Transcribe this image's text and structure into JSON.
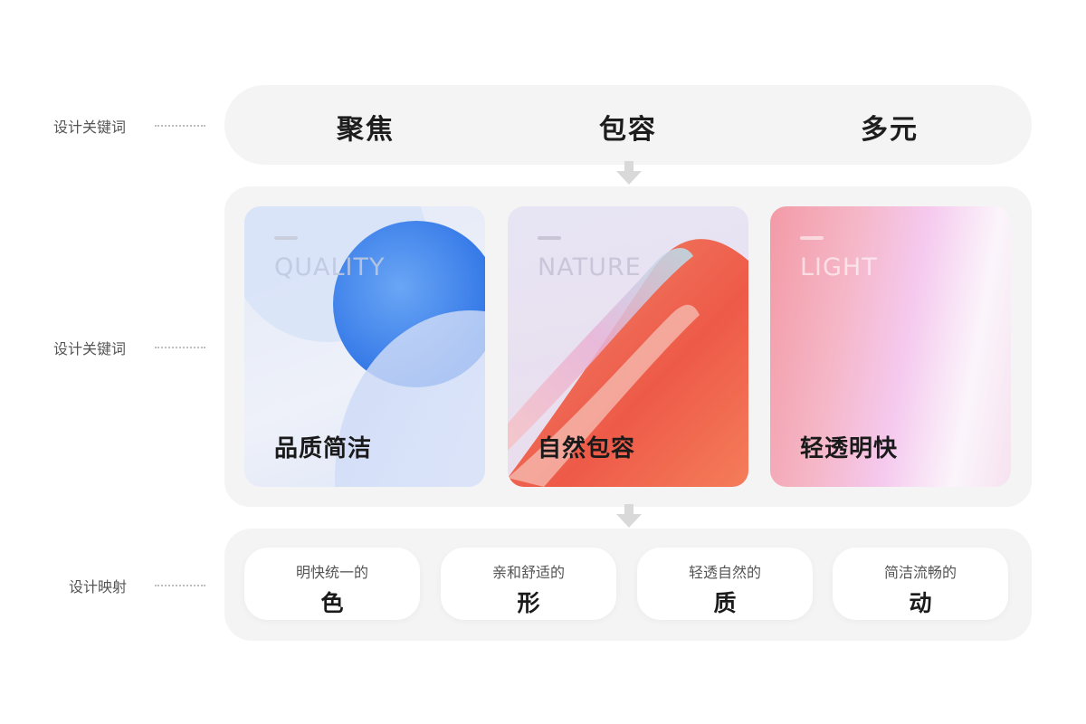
{
  "rows": {
    "keywords_label": "设计关键词",
    "cards_label": "设计关键词",
    "mapping_label": "设计映射"
  },
  "keywords": [
    "聚焦",
    "包容",
    "多元"
  ],
  "cards": [
    {
      "en": "QUALITY",
      "cn": "品质简洁"
    },
    {
      "en": "NATURE",
      "cn": "自然包容"
    },
    {
      "en": "LIGHT",
      "cn": "轻透明快"
    }
  ],
  "mapping": [
    {
      "sub": "明快统一的",
      "main": "色"
    },
    {
      "sub": "亲和舒适的",
      "main": "形"
    },
    {
      "sub": "轻透自然的",
      "main": "质"
    },
    {
      "sub": "简洁流畅的",
      "main": "动"
    }
  ],
  "colors": {
    "panel_bg": "#f4f4f4",
    "quality_accent": "#3f86ee",
    "nature_accent": "#ee5a48",
    "light_accent": "#f4b4ea",
    "arrow": "#d9d9d9"
  }
}
